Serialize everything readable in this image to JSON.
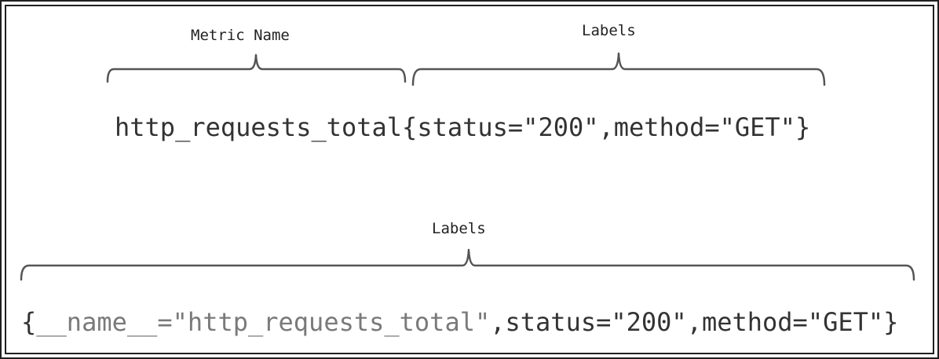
{
  "colors": {
    "frame": "#1f1f1f",
    "bracket": "#555555",
    "text": "#333333",
    "muted_text": "#7a7a7a"
  },
  "top_section": {
    "metric_name_caption": "Metric Name",
    "labels_caption": "Labels",
    "expression": {
      "metric_name": "http_requests_total",
      "labels": "{status=\"200\",method=\"GET\"}"
    }
  },
  "bottom_section": {
    "labels_caption": "Labels",
    "expression": {
      "open_brace": "{",
      "name_label": "__name__=\"http_requests_total\"",
      "rest_labels": ",status=\"200\",method=\"GET\"}"
    }
  }
}
